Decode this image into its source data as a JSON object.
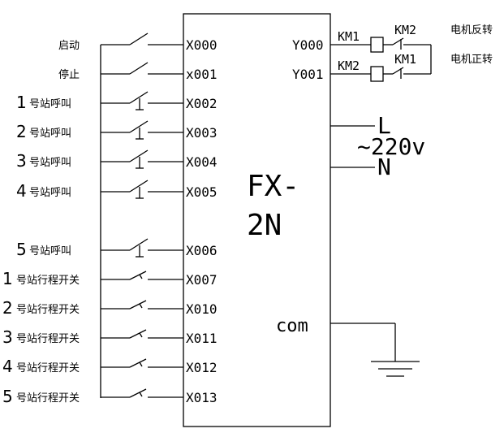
{
  "plc": {
    "name_line1": "FX-",
    "name_line2": "2N",
    "com_label": "com"
  },
  "inputs": [
    {
      "pin": "X000",
      "label": "启动",
      "num": ""
    },
    {
      "pin": "x001",
      "label": "停止",
      "num": ""
    },
    {
      "pin": "X002",
      "label": "号站呼叫",
      "num": "1"
    },
    {
      "pin": "X003",
      "label": "号站呼叫",
      "num": "2"
    },
    {
      "pin": "X004",
      "label": "号站呼叫",
      "num": "3"
    },
    {
      "pin": "X005",
      "label": "号站呼叫",
      "num": "4"
    },
    {
      "pin": "X006",
      "label": "号站呼叫",
      "num": "5"
    },
    {
      "pin": "X007",
      "label": "号站行程开关",
      "num": "1"
    },
    {
      "pin": "X010",
      "label": "号站行程开关",
      "num": "2"
    },
    {
      "pin": "X011",
      "label": "号站行程开关",
      "num": "3"
    },
    {
      "pin": "X012",
      "label": "号站行程开关",
      "num": "4"
    },
    {
      "pin": "X013",
      "label": "号站行程开关",
      "num": "5"
    }
  ],
  "outputs": [
    {
      "pin": "Y000",
      "coil": "KM1",
      "interlock": "KM2",
      "label": "电机反转"
    },
    {
      "pin": "Y001",
      "coil": "KM2",
      "interlock": "KM1",
      "label": "电机正转"
    }
  ],
  "power": {
    "l": "L",
    "n": "N",
    "voltage": "~220v"
  },
  "pushbutton_mark": "1"
}
